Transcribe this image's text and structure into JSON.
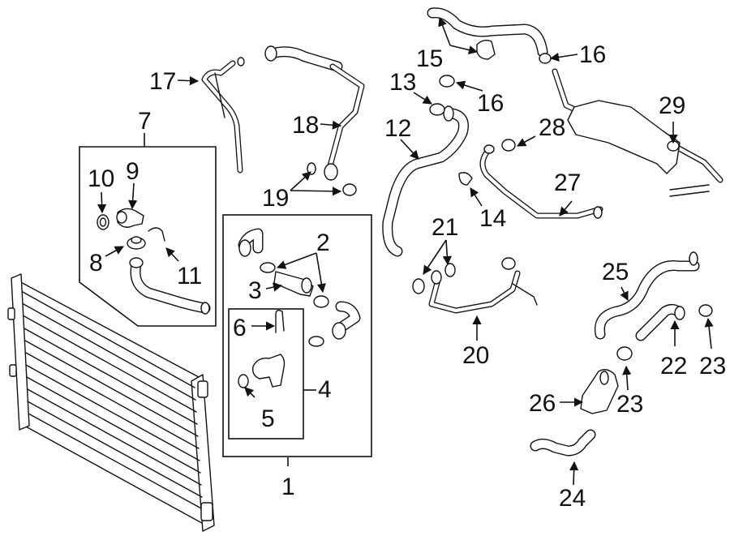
{
  "diagram": {
    "callouts": {
      "c1": "1",
      "c2": "2",
      "c3": "3",
      "c4": "4",
      "c5": "5",
      "c6": "6",
      "c7": "7",
      "c8": "8",
      "c9": "9",
      "c10": "10",
      "c11": "11",
      "c12": "12",
      "c13": "13",
      "c14": "14",
      "c15": "15",
      "c16a": "16",
      "c16b": "16",
      "c17": "17",
      "c18": "18",
      "c19": "19",
      "c20": "20",
      "c21": "21",
      "c22": "22",
      "c23a": "23",
      "c23b": "23",
      "c24": "24",
      "c25": "25",
      "c26": "26",
      "c27": "27",
      "c28": "28",
      "c29": "29"
    }
  }
}
